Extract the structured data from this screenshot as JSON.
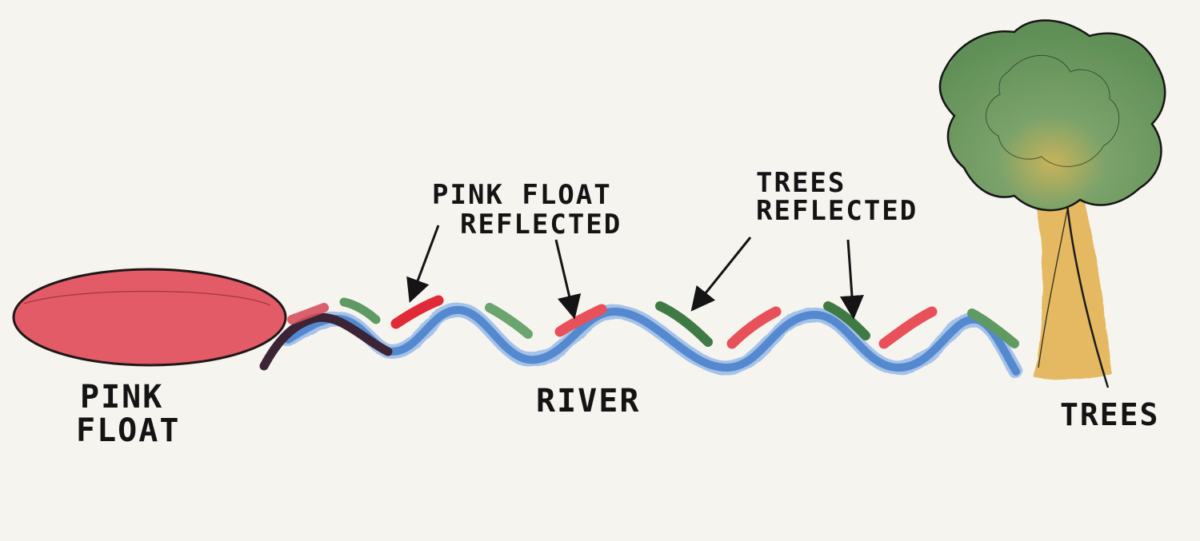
{
  "labels": {
    "pink_float_line1": "PINK",
    "pink_float_line2": "FLOAT",
    "river": "RIVER",
    "trees": "TREES",
    "pink_float_reflected_line1": "PINK FLOAT",
    "pink_float_reflected_line2": "REFLECTED",
    "trees_reflected_line1": "TREES",
    "trees_reflected_line2": "REFLECTED"
  },
  "colors": {
    "paper": "#f6f4ef",
    "float_pink": "#e2535e",
    "reflection_pink": "#e8505a",
    "reflection_red": "#e02a37",
    "reflection_green": "#5f9a63",
    "reflection_dark_green": "#3f7a45",
    "river_blue": "#4f86cf",
    "river_light": "#9dbde8",
    "river_dark": "#3b2436",
    "tree_foliage": "#6f9a63",
    "tree_trunk": "#e3b455",
    "ink": "#141414"
  },
  "icons": {
    "pink_float": "pink-float-icon",
    "river": "river-icon",
    "tree": "tree-icon",
    "arrow": "arrow-icon"
  }
}
